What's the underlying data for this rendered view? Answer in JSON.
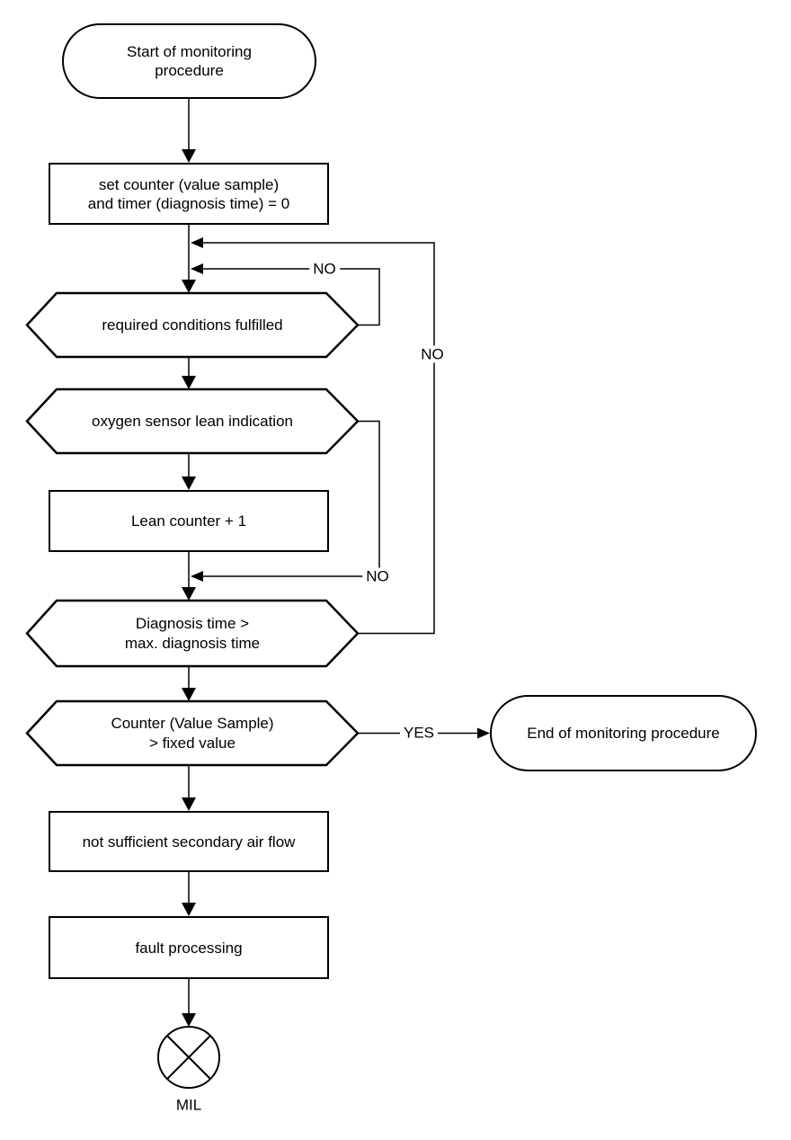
{
  "diagram": {
    "background": "#ffffff",
    "line_color": "#000000",
    "nodes": {
      "start": {
        "label": "Start of monitoring\nprocedure",
        "shape": "terminator"
      },
      "set_counter": {
        "label": "set counter (value sample)\nand timer (diagnosis time) = 0",
        "shape": "process"
      },
      "required_conditions": {
        "label": "required conditions fulfilled",
        "shape": "decision"
      },
      "oxygen_sensor": {
        "label": "oxygen sensor lean indication",
        "shape": "decision"
      },
      "lean_counter": {
        "label": "Lean counter + 1",
        "shape": "process"
      },
      "diagnosis_time": {
        "label": "Diagnosis time >\nmax. diagnosis time",
        "shape": "decision"
      },
      "counter_sample": {
        "label": "Counter (Value Sample)\n> fixed value",
        "shape": "decision"
      },
      "end": {
        "label": "End of monitoring procedure",
        "shape": "terminator"
      },
      "air_flow": {
        "label": "not sufficient secondary air flow",
        "shape": "process"
      },
      "fault_processing": {
        "label": "fault processing",
        "shape": "process"
      },
      "mil": {
        "label": "MIL",
        "shape": "indicator-lamp"
      }
    },
    "edge_labels": {
      "no_required_conditions": "NO",
      "no_oxygen_sensor": "NO",
      "no_diagnosis_time": "NO",
      "yes_counter_sample": "YES"
    }
  }
}
